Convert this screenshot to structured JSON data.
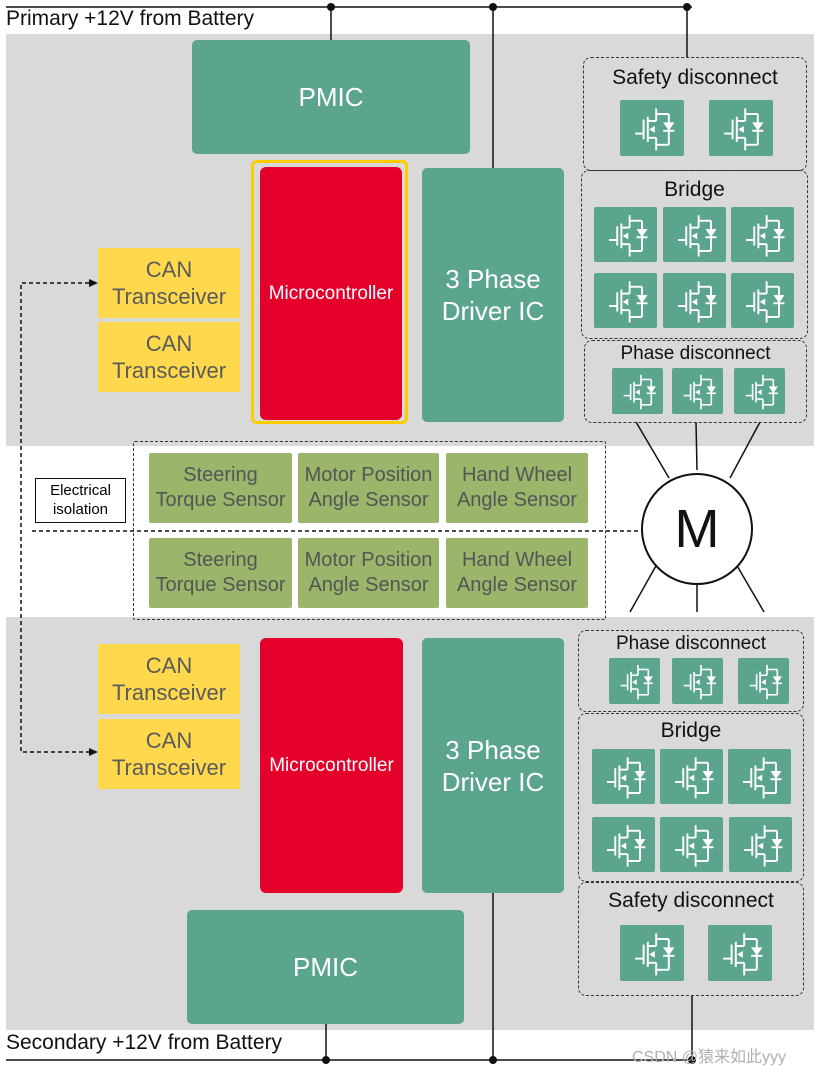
{
  "power": {
    "primary": "Primary +12V from Battery",
    "secondary": "Secondary +12V from Battery"
  },
  "top": {
    "pmic": "PMIC",
    "microcontroller": "Microcontroller",
    "driver": "3 Phase\nDriver IC",
    "can1": "CAN\nTransceiver",
    "can2": "CAN\nTransceiver",
    "safety_title": "Safety disconnect",
    "bridge_title": "Bridge",
    "phase_title": "Phase disconnect"
  },
  "bottom": {
    "pmic": "PMIC",
    "microcontroller": "Microcontroller",
    "driver": "3 Phase\nDriver IC",
    "can1": "CAN\nTransceiver",
    "can2": "CAN\nTransceiver",
    "safety_title": "Safety disconnect",
    "bridge_title": "Bridge",
    "phase_title": "Phase disconnect"
  },
  "sensors": {
    "row1": [
      "Steering\nTorque Sensor",
      "Motor Position\nAngle Sensor",
      "Hand Wheel\nAngle Sensor"
    ],
    "row2": [
      "Steering\nTorque Sensor",
      "Motor Position\nAngle Sensor",
      "Hand Wheel\nAngle Sensor"
    ]
  },
  "isolation_label": "Electrical\nisolation",
  "motor_label": "M",
  "watermark": "CSDN @猿来如此yyy",
  "colors": {
    "teal": "#5ba48e",
    "red": "#e4002b",
    "yellow": "#ffd84d",
    "green": "#9bb56a",
    "panel": "#d9d9d9"
  }
}
